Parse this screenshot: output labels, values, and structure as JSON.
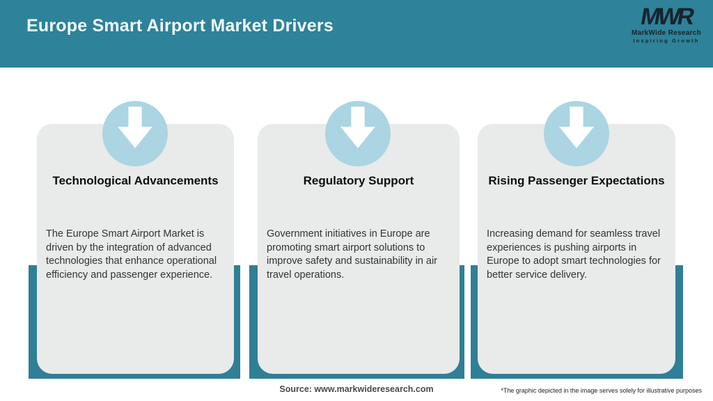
{
  "header": {
    "title": "Europe Smart Airport Market Drivers",
    "logo": {
      "acronym": "MWR",
      "name": "MarkWide Research",
      "tagline": "Inspiring Growth"
    }
  },
  "cards": [
    {
      "icon": "down-arrow-icon",
      "title": "Technological Advancements",
      "description": "The Europe Smart Airport Market is driven by the integration of advanced technologies that enhance operational efficiency and passenger experience."
    },
    {
      "icon": "down-arrow-icon",
      "title": "Regulatory Support",
      "description": "Government initiatives in Europe are promoting smart airport solutions to improve safety and sustainability in air travel operations."
    },
    {
      "icon": "down-arrow-icon",
      "title": "Rising Passenger Expectations",
      "description": "Increasing demand for seamless travel experiences is pushing airports in Europe to adopt smart technologies for better service delivery."
    }
  ],
  "footer": {
    "source": "Source: www.markwideresearch.com",
    "disclaimer": "*The graphic depicted in the image serves solely for illustrative purposes"
  },
  "colors": {
    "header_teal": "#2E8299",
    "backdrop_teal": "#2F7F96",
    "circle_blue": "#ABD5E2",
    "card_gray": "#E9EAEA",
    "arrow_white": "#FFFFFF"
  }
}
